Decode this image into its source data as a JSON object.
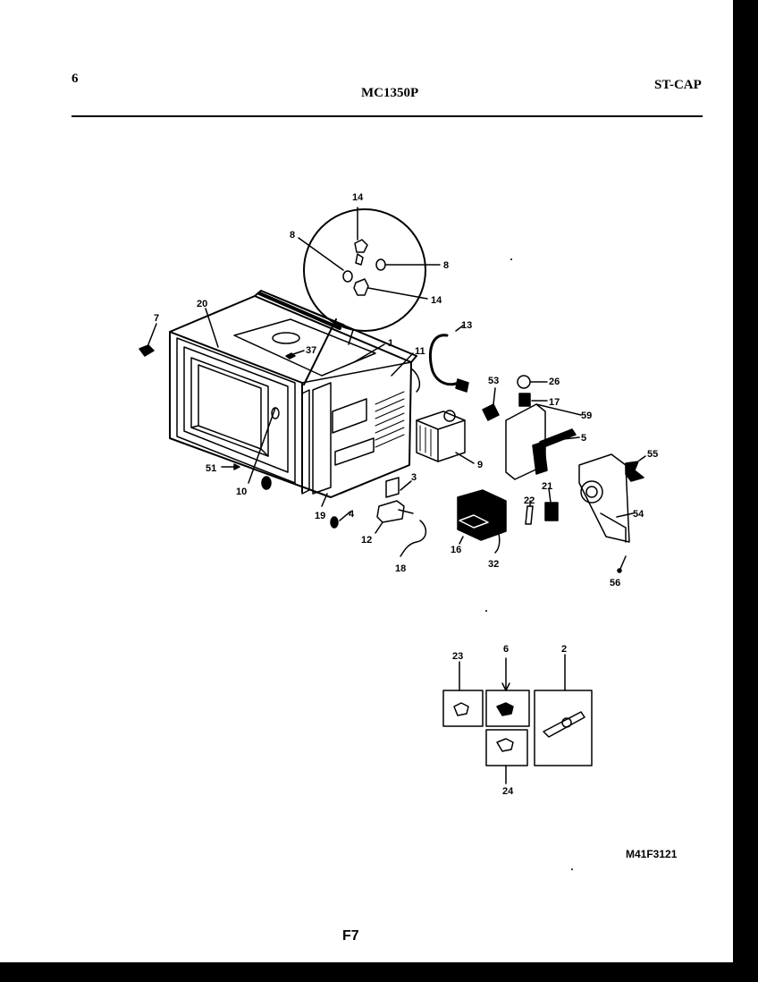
{
  "header": {
    "page_number": "6",
    "model": "MC1350P",
    "code": "ST-CAP"
  },
  "footer": {
    "diagram_id": "M41F3121",
    "page_ref": "F7"
  },
  "callouts": {
    "c14a": "14",
    "c8a": "8",
    "c8b": "8",
    "c14b": "14",
    "c7": "7",
    "c20": "20",
    "c37": "37",
    "c1": "1",
    "c11": "11",
    "c13": "13",
    "c53": "53",
    "c26": "26",
    "c17": "17",
    "c59": "59",
    "c5": "5",
    "c55": "55",
    "c9": "9",
    "c51": "51",
    "c10": "10",
    "c19": "19",
    "c4": "4",
    "c3": "3",
    "c12": "12",
    "c18": "18",
    "c16": "16",
    "c32": "32",
    "c22": "22",
    "c21": "21",
    "c54": "54",
    "c56": "56",
    "c23": "23",
    "c6": "6",
    "c2": "2",
    "c24": "24"
  }
}
